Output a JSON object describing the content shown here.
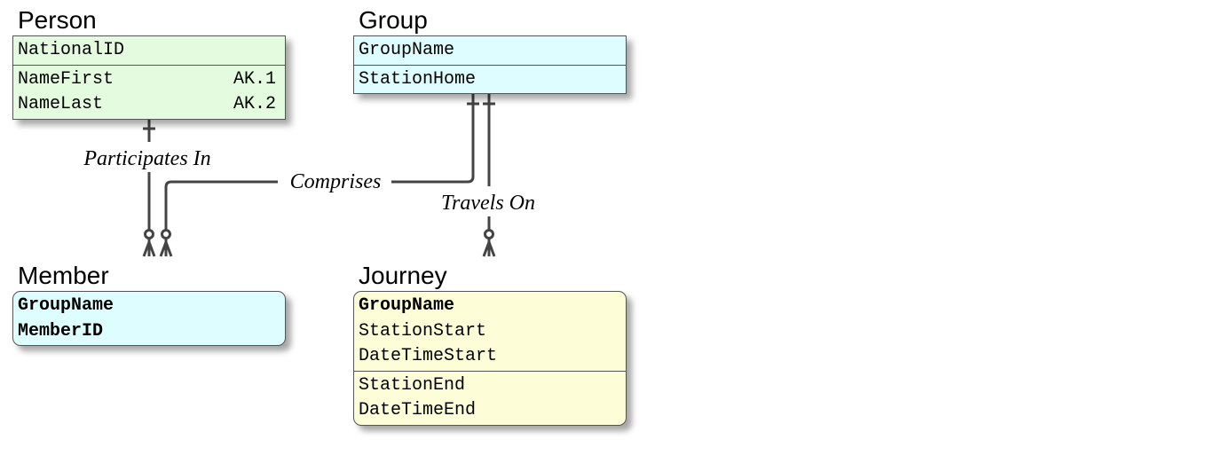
{
  "colors": {
    "independent_fill": "#e4fbe0",
    "lookup_fill": "#ddfdff",
    "associative_fill": "#fdfdd8",
    "line": "#444444"
  },
  "entities": {
    "person": {
      "title": "Person",
      "key_attributes": [
        {
          "name": "NationalID",
          "key": ""
        }
      ],
      "attributes": [
        {
          "name": "NameFirst",
          "key": "AK.1"
        },
        {
          "name": "NameLast",
          "key": "AK.2"
        }
      ]
    },
    "group": {
      "title": "Group",
      "key_attributes": [
        {
          "name": "GroupName"
        }
      ],
      "attributes": [
        {
          "name": "StationHome"
        }
      ]
    },
    "member": {
      "title": "Member",
      "key_attributes": [
        {
          "name": "GroupName"
        },
        {
          "name": "MemberID"
        }
      ]
    },
    "journey": {
      "title": "Journey",
      "key_attributes": [
        {
          "name": "GroupName",
          "bold": true
        },
        {
          "name": "StationStart",
          "bold": false
        },
        {
          "name": "DateTimeStart",
          "bold": false
        }
      ],
      "attributes": [
        {
          "name": "StationEnd"
        },
        {
          "name": "DateTimeEnd"
        }
      ]
    }
  },
  "relationships": {
    "participates_in": "Participates In",
    "comprises": "Comprises",
    "travels_on": "Travels On"
  }
}
